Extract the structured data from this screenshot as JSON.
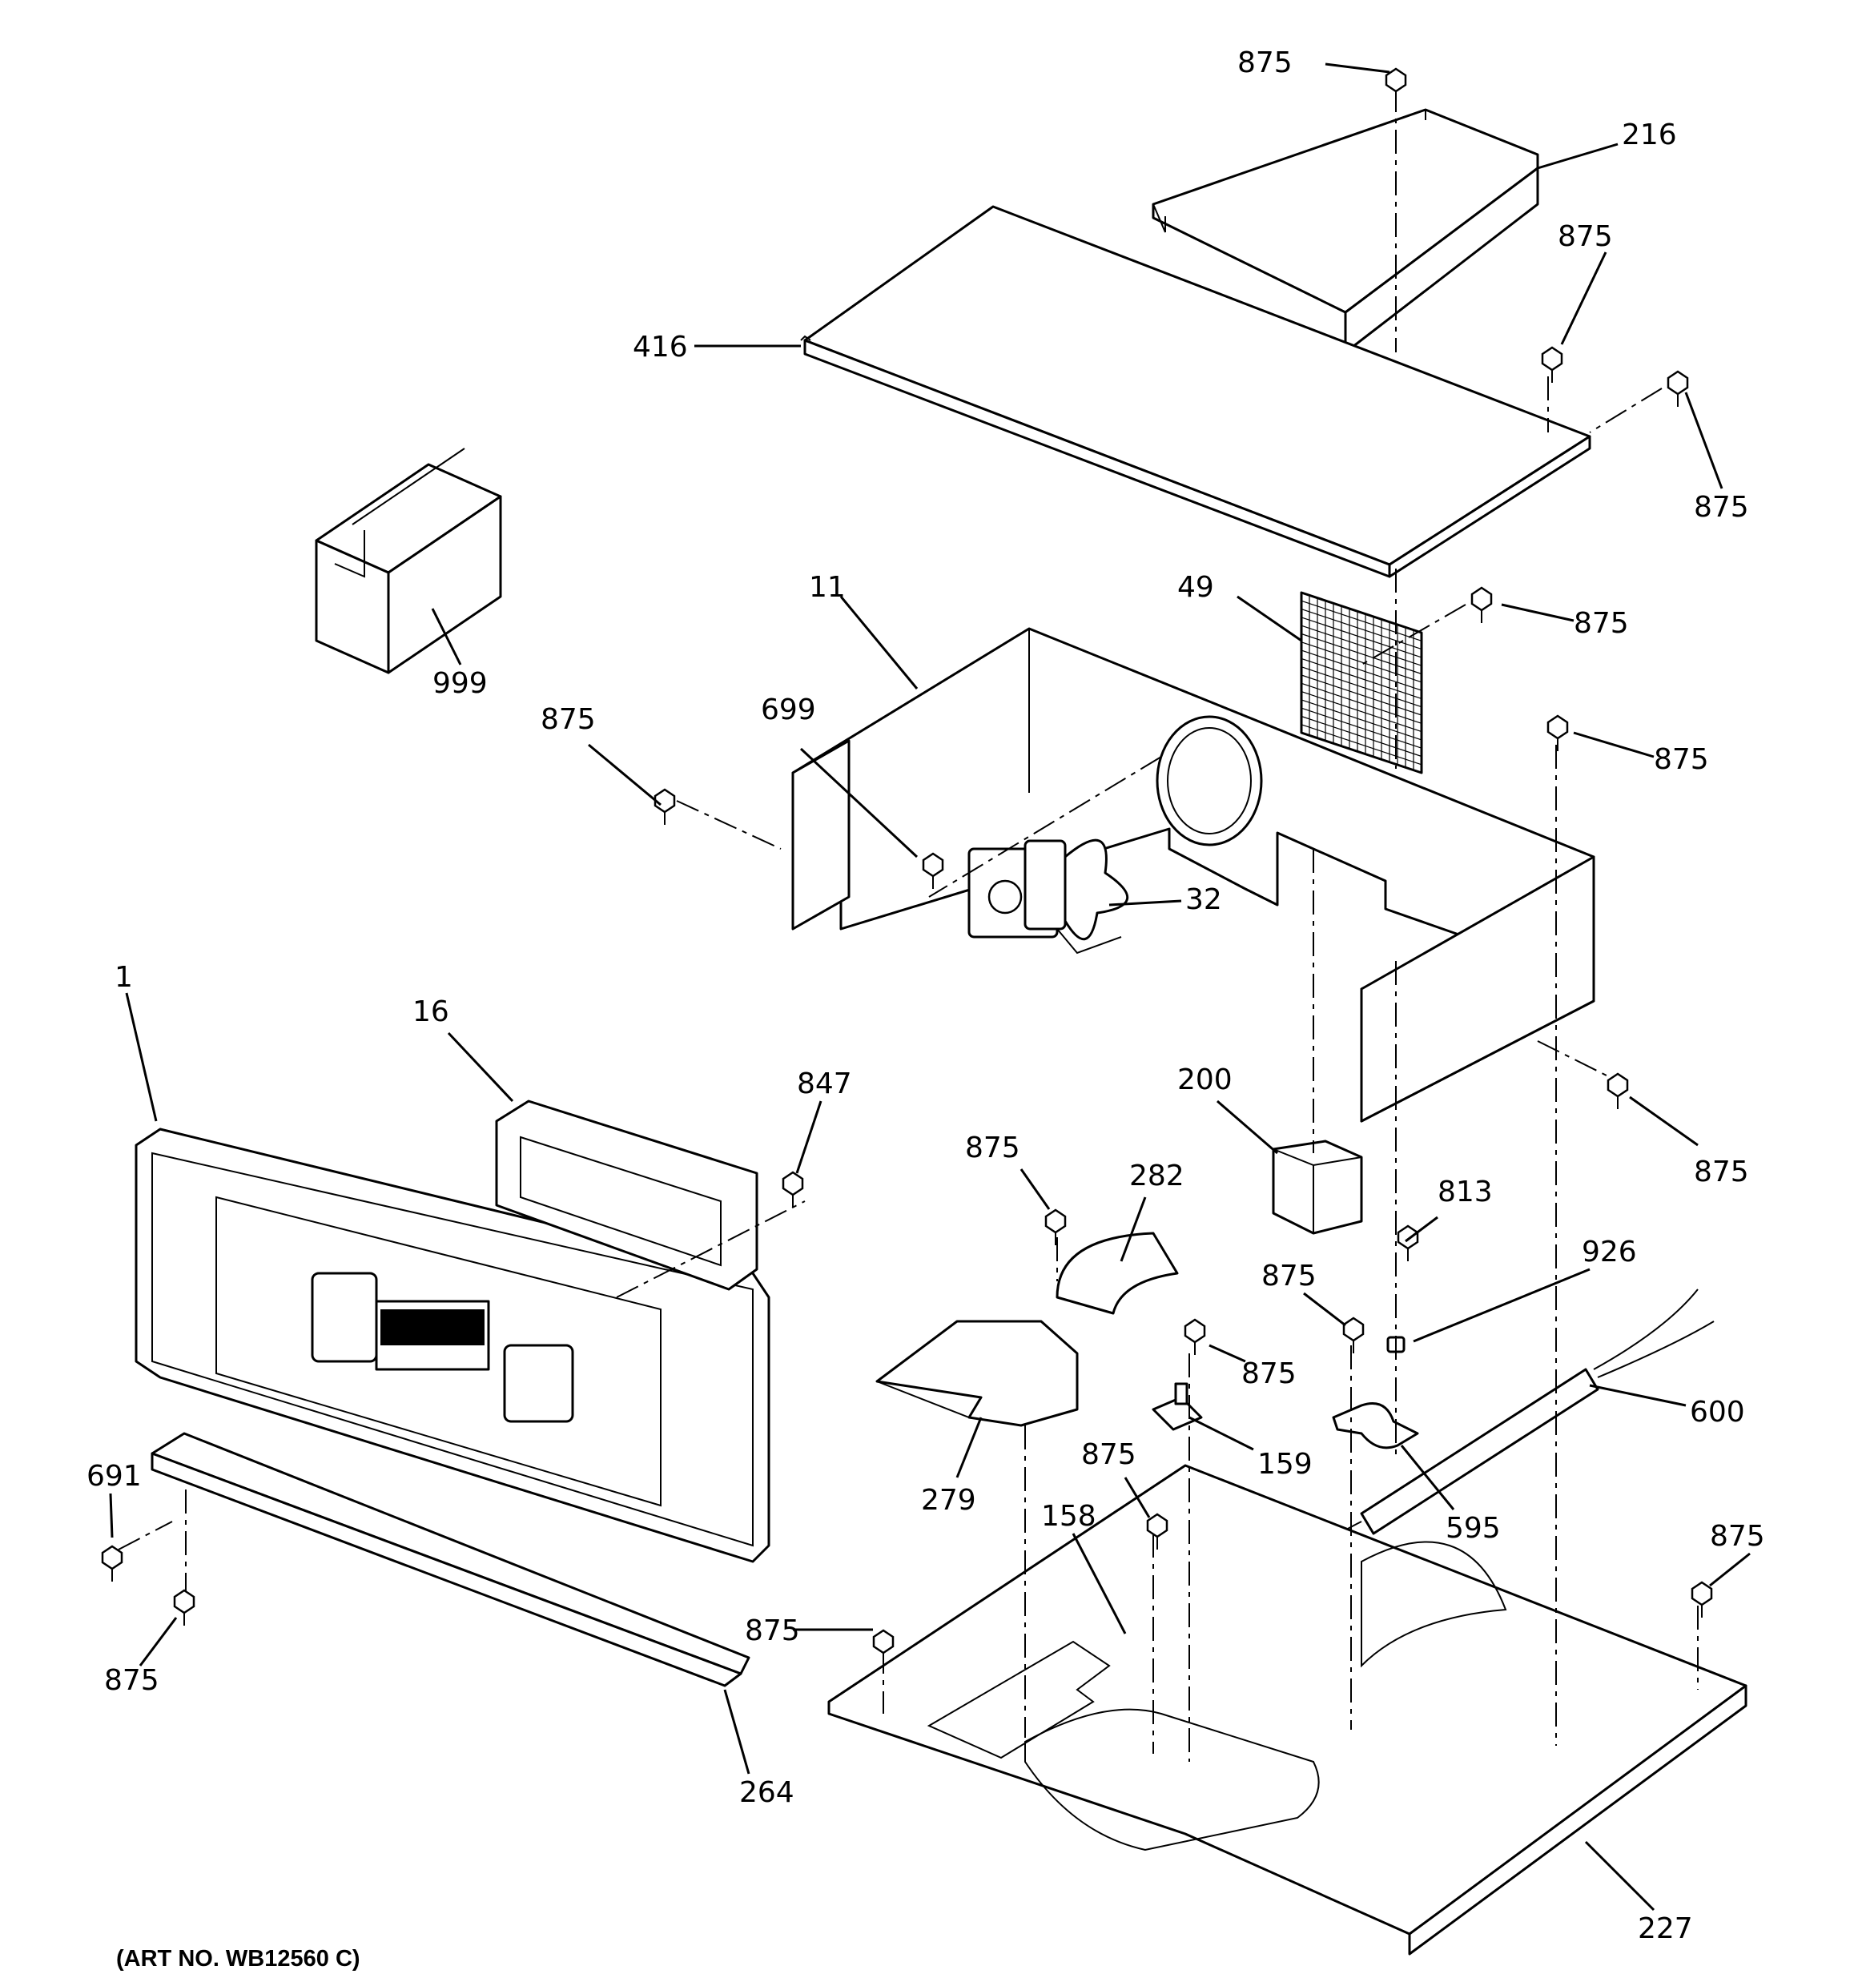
{
  "diagram": {
    "art_number": "(ART NO. WB12560 C)",
    "labels": {
      "top_screw_875": "875",
      "shroud_216": "216",
      "right_screw_875": "875",
      "top_cover_416": "416",
      "far_right_screw_875": "875",
      "box_999": "999",
      "grille_49": "49",
      "grille_screw_875": "875",
      "wrapper_11": "11",
      "rear_screw_875": "875",
      "left_screw_875": "875",
      "fan_screw_699": "699",
      "blower_32": "32",
      "control_panel_1": "1",
      "control_board_16": "16",
      "board_screw_847": "847",
      "insulation_200": "200",
      "side_screw_875": "875",
      "vent_screw_875": "875",
      "duct_282": "282",
      "screw_813": "813",
      "bracket_screw_875": "875",
      "clip_926": "926",
      "mid_screw_875": "875",
      "harness_600": "600",
      "vent_279": "279",
      "sensor_159": "159",
      "sensor_screw_875": "875",
      "switch_158": "158",
      "clamp_595": "595",
      "corner_screw_875": "875",
      "screw_691": "691",
      "trim_screw_875": "875",
      "base_screw_875": "875",
      "trim_264": "264",
      "base_227": "227"
    }
  }
}
